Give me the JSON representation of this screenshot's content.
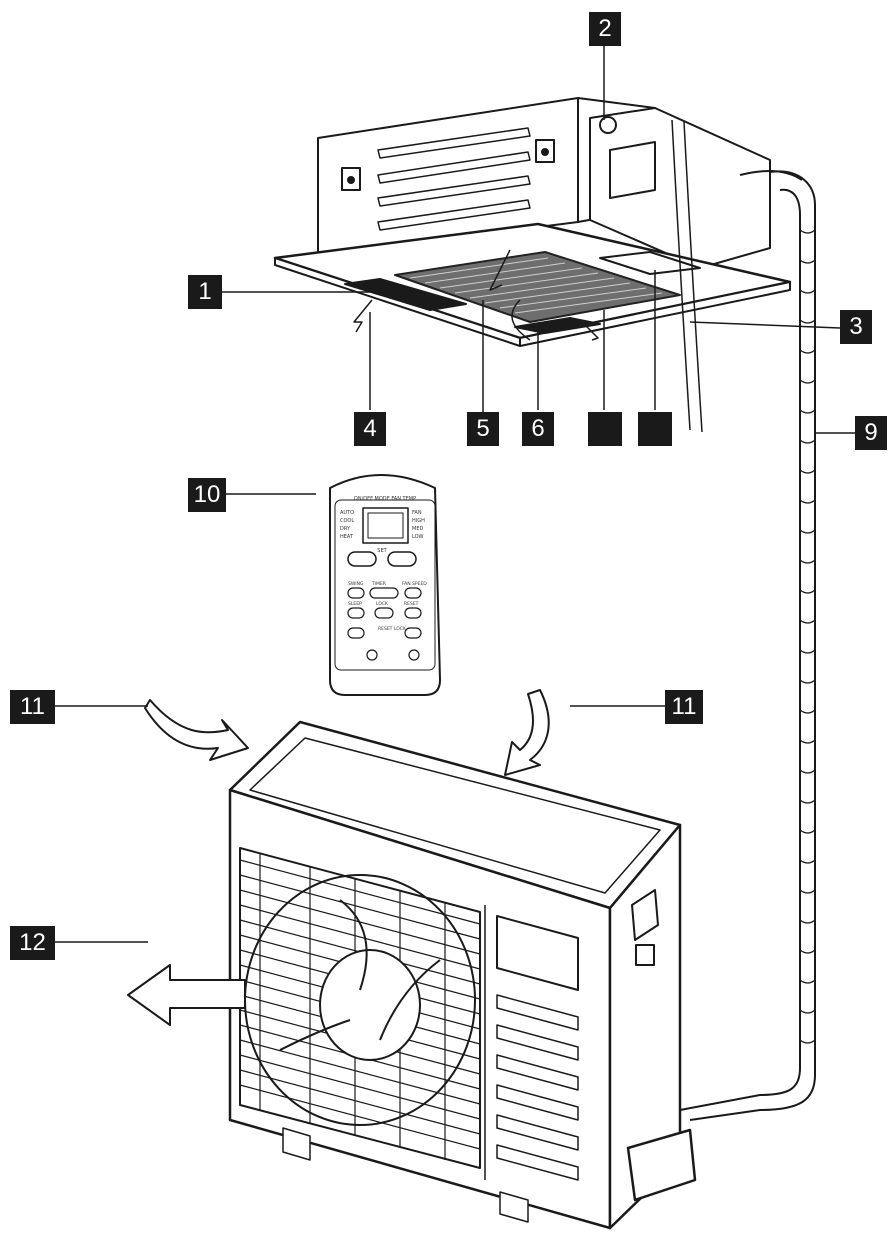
{
  "callouts": [
    {
      "id": "1",
      "label": "1"
    },
    {
      "id": "2",
      "label": "2"
    },
    {
      "id": "3",
      "label": "3"
    },
    {
      "id": "4",
      "label": "4"
    },
    {
      "id": "5",
      "label": "5"
    },
    {
      "id": "6",
      "label": "6"
    },
    {
      "id": "7",
      "label": ""
    },
    {
      "id": "8",
      "label": ""
    },
    {
      "id": "9",
      "label": "9"
    },
    {
      "id": "10",
      "label": "10"
    },
    {
      "id": "11a",
      "label": "11"
    },
    {
      "id": "11b",
      "label": "11"
    },
    {
      "id": "12",
      "label": "12"
    }
  ],
  "remote": {
    "top_line": "ON/OFF MODE FAN TEMP",
    "left_modes": [
      "AUTO",
      "COOL",
      "DRY",
      "HEAT"
    ],
    "right_modes": [
      "FAN",
      "HIGH",
      "MED",
      "LOW"
    ],
    "center_label": "SET",
    "buttons": [
      "SWING",
      "TIMER",
      "FAN SPEED",
      "SLEEP",
      "LOCK",
      "RESET"
    ],
    "small_labels": [
      "RESET LOCK"
    ]
  },
  "colors": {
    "line": "#1a1a1a",
    "label_bg": "#1a1a1a",
    "label_fg": "#ffffff"
  }
}
